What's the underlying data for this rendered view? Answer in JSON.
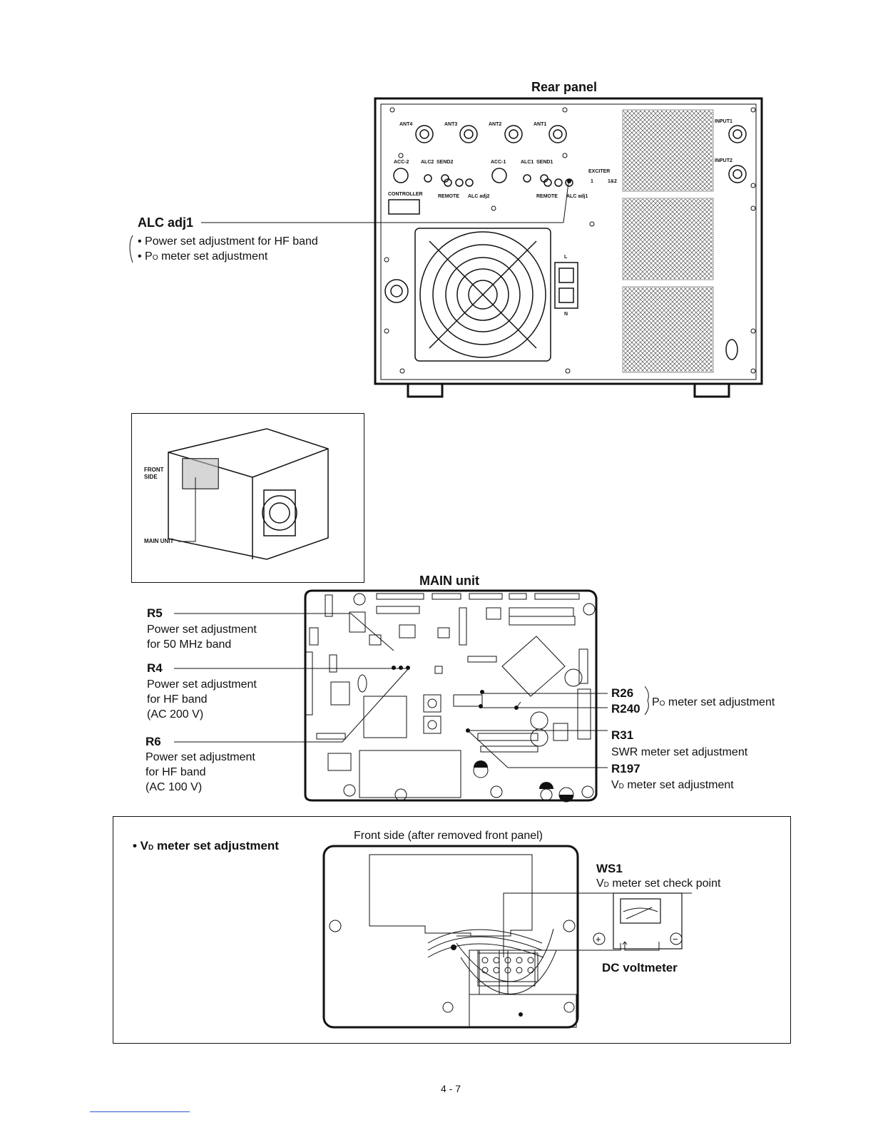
{
  "rear_panel": {
    "title": "Rear panel",
    "connector_labels": [
      "ANT4",
      "ANT3",
      "ANT2",
      "ANT1",
      "INPUT1",
      "INPUT2",
      "ACC-2",
      "ALC2",
      "SEND2",
      "ACC-1",
      "ALC1",
      "SEND1",
      "EXCITER",
      "1",
      "1&2",
      "CONTROLLER",
      "REMOTE",
      "ALC adj2",
      "REMOTE",
      "ALC adj1",
      "L",
      "N"
    ]
  },
  "alc_adj1": {
    "label": "ALC adj1",
    "notes": [
      "• Power set adjustment for HF band",
      "• P",
      "O",
      " meter set adjustment"
    ]
  },
  "inset": {
    "front_side": "FRONT",
    "front_side2": "SIDE",
    "main_unit": "MAIN UNIT"
  },
  "main_unit": {
    "title": "MAIN unit",
    "r5": {
      "label": "R5",
      "desc1": "Power set adjustment",
      "desc2": "for 50 MHz band"
    },
    "r4": {
      "label": "R4",
      "desc1": "Power set adjustment",
      "desc2": "for HF band",
      "desc3": "(AC 200 V)"
    },
    "r6": {
      "label": "R6",
      "desc1": "Power set adjustment",
      "desc2": "for HF band",
      "desc3": "(AC 100 V)"
    },
    "r26": {
      "label": "R26"
    },
    "r240": {
      "label": "R240"
    },
    "po_desc": {
      "p": "P",
      "sub": "O",
      "rest": " meter set adjustment"
    },
    "r31": {
      "label": "R31",
      "desc": "SWR meter set adjustment"
    },
    "r197": {
      "label": "R197",
      "v": "V",
      "sub": "D",
      "rest": " meter set adjustment"
    }
  },
  "vd_box": {
    "heading_bullet": "• V",
    "heading_sub": "D",
    "heading_rest": " meter set adjustment",
    "front_caption": "Front side (after removed front panel)",
    "ws1": "WS1",
    "ws1_v": "V",
    "ws1_sub": "D",
    "ws1_rest": " meter set check point",
    "plus": "+",
    "minus": "−",
    "dcv": "DC voltmeter"
  },
  "page_number": "4 - 7"
}
